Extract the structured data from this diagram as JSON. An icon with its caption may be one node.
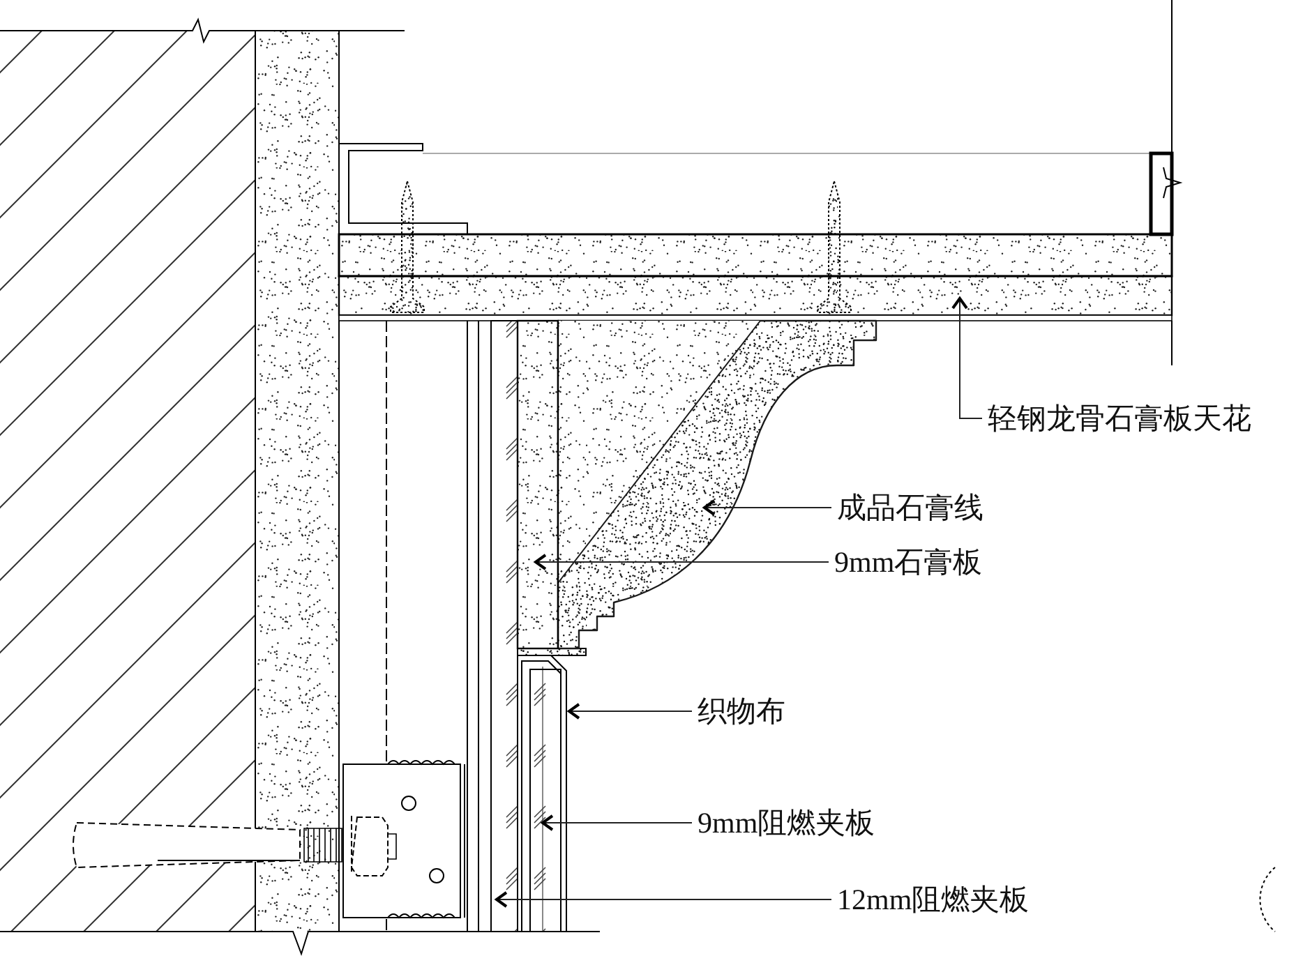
{
  "diagram": {
    "nodes": [
      {
        "text": [
          "轻钢龙骨石膏板天花"
        ]
      },
      {
        "text": [
          "成品石膏线"
        ]
      },
      {
        "text": [
          "9mm石膏板"
        ]
      },
      {
        "text": [
          "织物布"
        ]
      },
      {
        "text": [
          "9mm阻燃夹板"
        ]
      },
      {
        "text": [
          "12mm阻燃夹板"
        ]
      },
      {
        "text": [],
        "shape": "bar"
      },
      {
        "text": [],
        "shape": "picture"
      },
      {
        "text": [],
        "shape": "bar"
      },
      {
        "text": [],
        "shape": "bar"
      },
      {
        "text": [],
        "shape": "bar"
      },
      {
        "text": [],
        "shape": "bar"
      }
    ],
    "edges": [
      {
        "from": 0,
        "to": 6,
        "arrow": "to"
      },
      {
        "from": 1,
        "to": 7,
        "arrow": "to"
      },
      {
        "from": 2,
        "to": 8,
        "arrow": "to"
      },
      {
        "from": 3,
        "to": 9,
        "arrow": "to"
      },
      {
        "from": 4,
        "to": 10,
        "arrow": "to"
      },
      {
        "from": 5,
        "to": 11,
        "arrow": "to"
      }
    ]
  }
}
